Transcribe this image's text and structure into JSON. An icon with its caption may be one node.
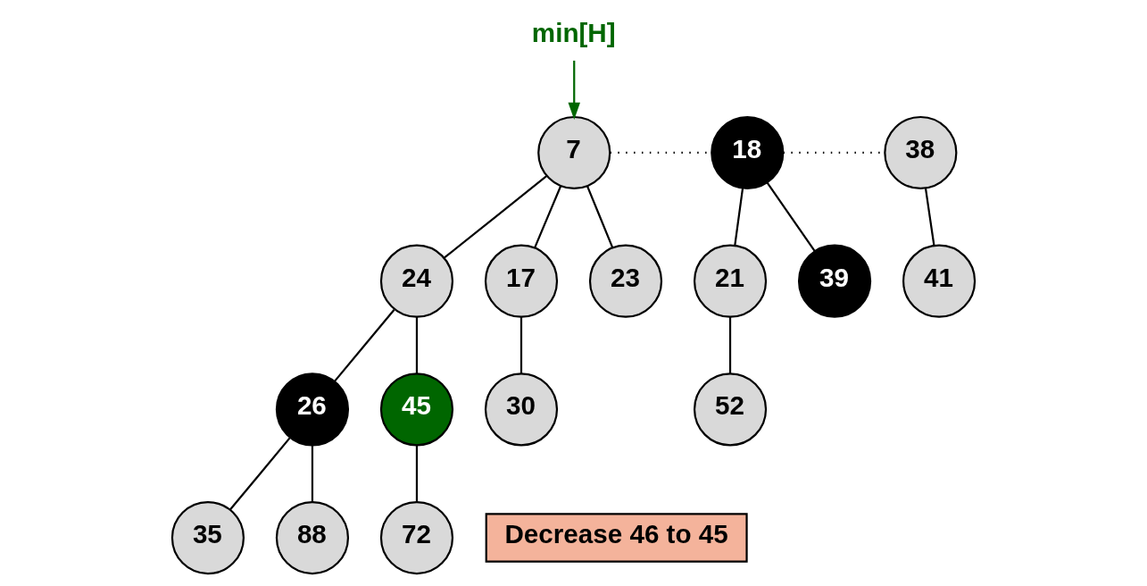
{
  "diagram": {
    "nodes": [
      {
        "text": [
          "7"
        ]
      },
      {
        "text": [
          "18"
        ]
      },
      {
        "text": [
          "38"
        ]
      },
      {
        "text": [
          "24"
        ]
      },
      {
        "text": [
          "17"
        ]
      },
      {
        "text": [
          "23"
        ]
      },
      {
        "text": [
          "21"
        ]
      },
      {
        "text": [
          "39"
        ]
      },
      {
        "text": [
          "41"
        ]
      },
      {
        "text": [
          "26"
        ]
      },
      {
        "text": [
          "45"
        ]
      },
      {
        "text": [
          "30"
        ]
      },
      {
        "text": [
          "52"
        ]
      },
      {
        "text": [
          "35"
        ]
      },
      {
        "text": [
          "88"
        ]
      },
      {
        "text": [
          "72"
        ]
      },
      {
        "text": [
          "min[H]"
        ]
      },
      {
        "text": [
          "Decrease 46 to 45"
        ]
      }
    ],
    "edges": [
      {
        "from": 0,
        "to": 1,
        "arrow": "none",
        "style": "dashed"
      },
      {
        "from": 1,
        "to": 2,
        "arrow": "none",
        "style": "dashed"
      },
      {
        "from": 0,
        "to": 3,
        "arrow": "none"
      },
      {
        "from": 0,
        "to": 4,
        "arrow": "none"
      },
      {
        "from": 0,
        "to": 5,
        "arrow": "none"
      },
      {
        "from": 1,
        "to": 6,
        "arrow": "none"
      },
      {
        "from": 1,
        "to": 7,
        "arrow": "none"
      },
      {
        "from": 2,
        "to": 8,
        "arrow": "none"
      },
      {
        "from": 3,
        "to": 9,
        "arrow": "none"
      },
      {
        "from": 3,
        "to": 10,
        "arrow": "none"
      },
      {
        "from": 4,
        "to": 11,
        "arrow": "none"
      },
      {
        "from": 6,
        "to": 12,
        "arrow": "none"
      },
      {
        "from": 9,
        "to": 13,
        "arrow": "none"
      },
      {
        "from": 9,
        "to": 14,
        "arrow": "none"
      },
      {
        "from": 10,
        "to": 15,
        "arrow": "none"
      },
      {
        "from": 16,
        "to": 0,
        "arrow": "to",
        "color": "#006600"
      }
    ]
  }
}
